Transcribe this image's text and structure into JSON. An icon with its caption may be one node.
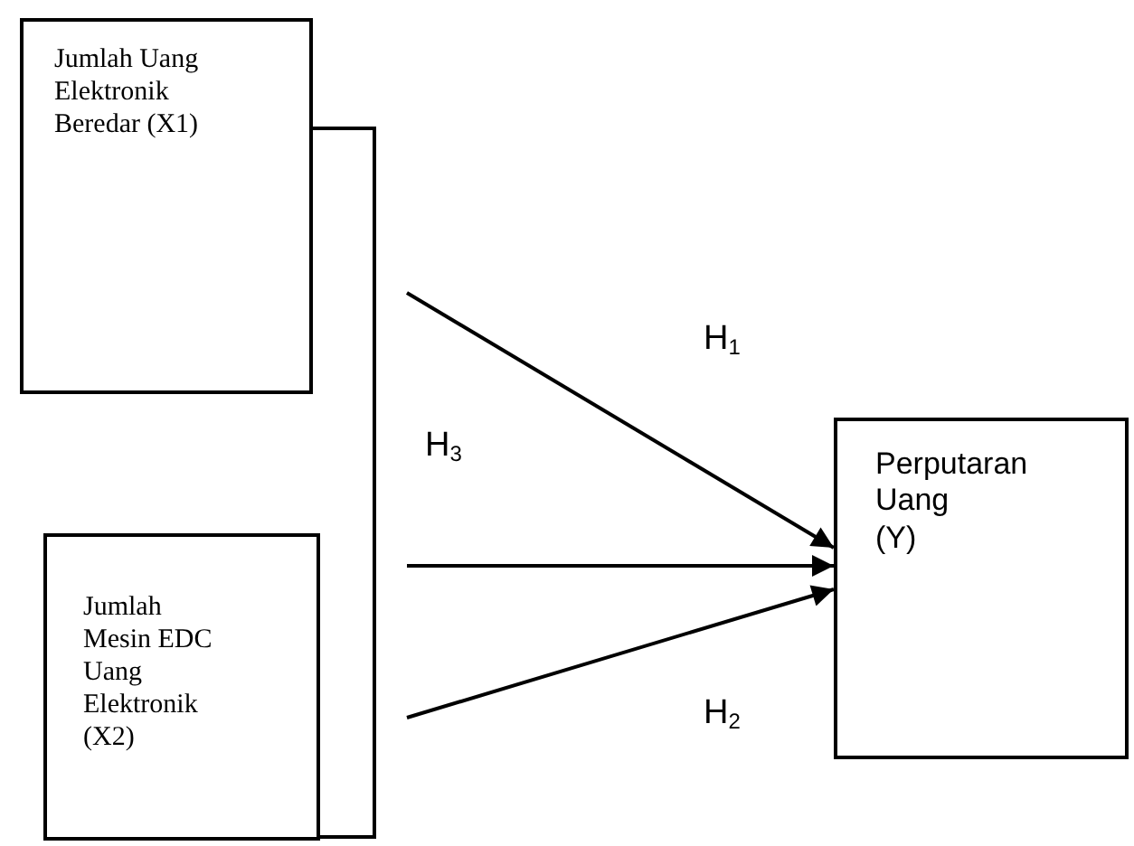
{
  "diagram": {
    "nodes": [
      {
        "text": [
          "Jumlah Uang Elektronik Beredar (X1)"
        ]
      },
      {
        "text": [
          "Jumlah Mesin EDC Uang Elektronik (X2)"
        ]
      },
      {
        "text": [
          "Perputaran Uang (Y)"
        ]
      }
    ],
    "edges": [
      {
        "from": 0,
        "to": 1,
        "arrow": "none"
      },
      {
        "from": null,
        "to": 2,
        "arrow": "to",
        "label": "H$_{1}$"
      },
      {
        "from": null,
        "to": 2,
        "arrow": "to",
        "label": "H$_{3}$"
      },
      {
        "from": null,
        "to": 2,
        "arrow": "to",
        "label": "H$_{2}$"
      }
    ]
  }
}
